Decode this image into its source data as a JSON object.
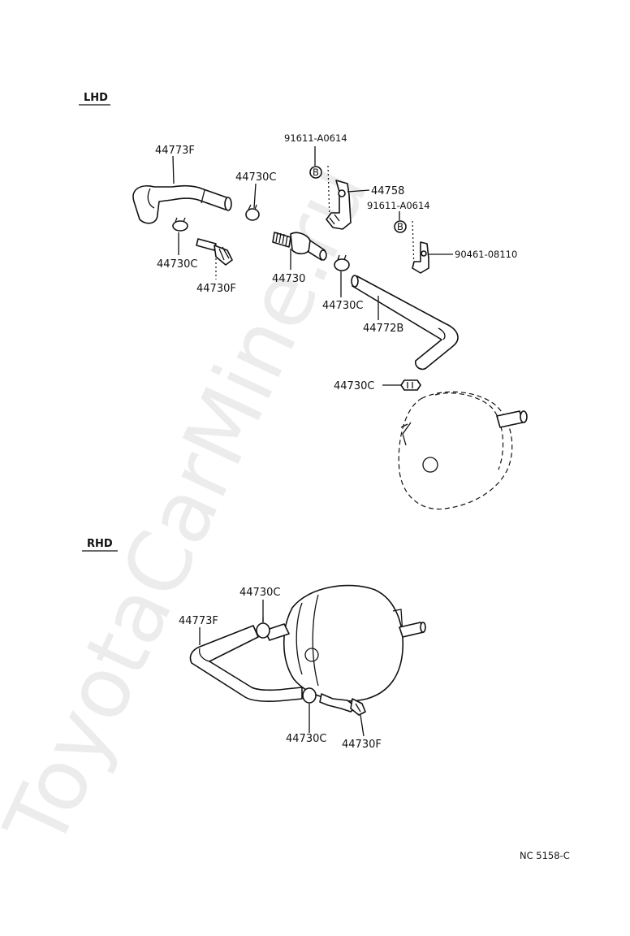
{
  "watermark": "ToyotaCarMine.ru",
  "sections": {
    "lhd": "LHD",
    "rhd": "RHD"
  },
  "labels": {
    "lhd_hose_f": "44773F",
    "lhd_clamp_top": "44730C",
    "lhd_clamp_left": "44730C",
    "lhd_union": "44730F",
    "lhd_valve": "44730",
    "lhd_bolt_1": "91611-A0614",
    "lhd_bracket": "44758",
    "lhd_bolt_2": "91611-A0614",
    "lhd_clip": "90461-08110",
    "lhd_clamp_mid": "44730C",
    "lhd_hose_b": "44772B",
    "lhd_clamp_booster": "44730C",
    "rhd_clamp_top": "44730C",
    "rhd_hose_f": "44773F",
    "rhd_clamp_bottom": "44730C",
    "rhd_union": "44730F"
  },
  "bolt_marker": "B",
  "diagram_code": "NC 5158-C"
}
